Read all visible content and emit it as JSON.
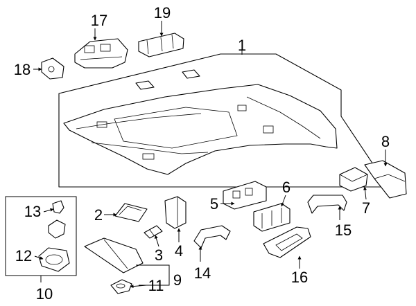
{
  "diagram": {
    "callouts": [
      "1",
      "2",
      "3",
      "4",
      "5",
      "6",
      "7",
      "8",
      "9",
      "10",
      "11",
      "12",
      "13",
      "14",
      "15",
      "16",
      "17",
      "18",
      "19"
    ],
    "colors": {
      "line": "#000000",
      "background": "#ffffff"
    }
  }
}
